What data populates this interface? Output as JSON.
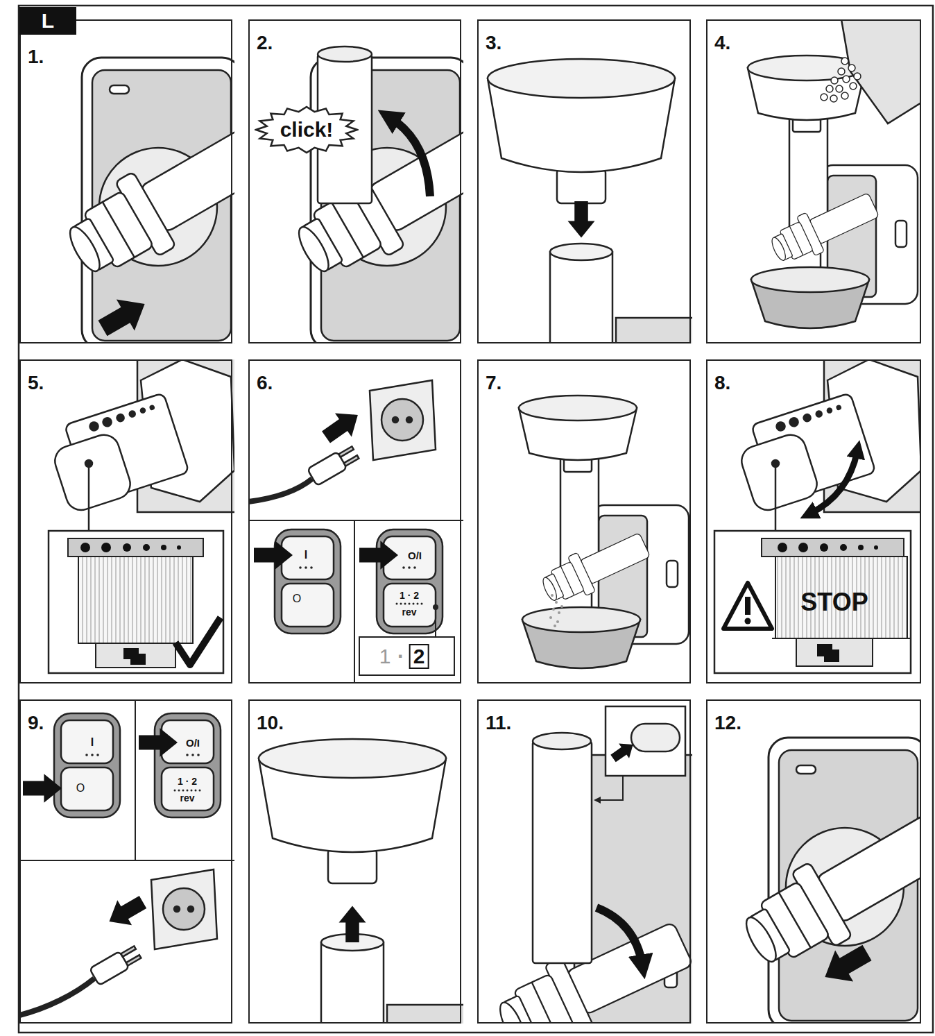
{
  "diagram": {
    "nodes": [
      {
        "text": [
          "L"
        ]
      },
      {
        "text": [
          "1."
        ]
      },
      {
        "text": [
          "2."
        ]
      },
      {
        "text": [
          "click!"
        ],
        "in": 2
      },
      {
        "text": [
          "3."
        ]
      },
      {
        "text": [
          "4."
        ]
      },
      {
        "text": [
          "5."
        ]
      },
      {
        "text": [
          "6."
        ]
      },
      {
        "text": [
          "7."
        ]
      },
      {
        "text": [
          "8."
        ]
      },
      {
        "text": [
          "9."
        ]
      },
      {
        "text": [
          "10."
        ]
      },
      {
        "text": [
          "11."
        ]
      },
      {
        "text": [
          "12."
        ]
      }
    ],
    "labels": [
      "I",
      "O",
      "O/I",
      "1 · 2",
      "rev",
      "1",
      "·",
      "2",
      "STOP",
      "I",
      "O",
      "O/I",
      "1 · 2",
      "rev"
    ]
  }
}
